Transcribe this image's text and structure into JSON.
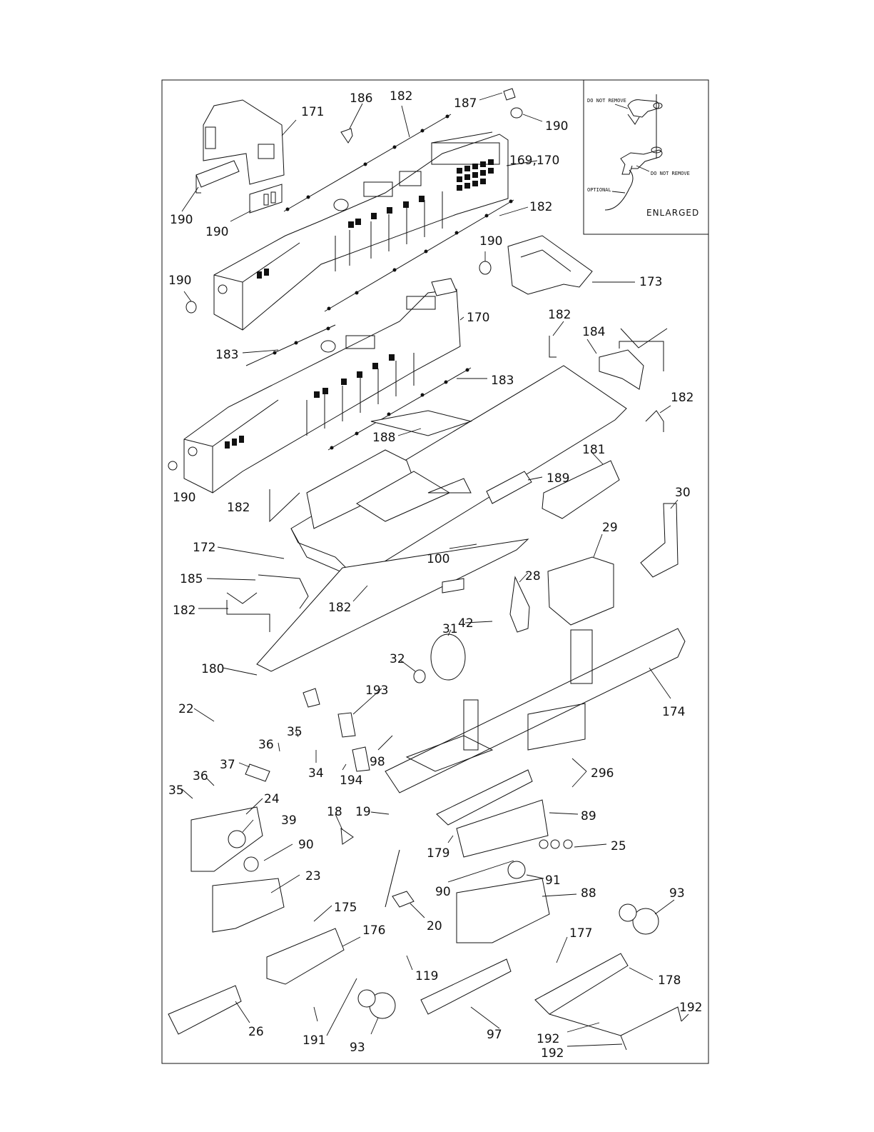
{
  "inset": {
    "labels": [
      "DO NOT REMOVE",
      "DO NOT REMOVE",
      "OPTIONAL"
    ],
    "caption": "ENLARGED"
  },
  "parts": [
    {
      "label": "171"
    },
    {
      "label": "186"
    },
    {
      "label": "182"
    },
    {
      "label": "187"
    },
    {
      "label": "190"
    },
    {
      "label": "169,170"
    },
    {
      "label": "190"
    },
    {
      "label": "190"
    },
    {
      "label": "182"
    },
    {
      "label": "190"
    },
    {
      "label": "173"
    },
    {
      "label": "190"
    },
    {
      "label": "170"
    },
    {
      "label": "182"
    },
    {
      "label": "184"
    },
    {
      "label": "183"
    },
    {
      "label": "183"
    },
    {
      "label": "182"
    },
    {
      "label": "188"
    },
    {
      "label": "181"
    },
    {
      "label": "189"
    },
    {
      "label": "30"
    },
    {
      "label": "190"
    },
    {
      "label": "182"
    },
    {
      "label": "29"
    },
    {
      "label": "100"
    },
    {
      "label": "172"
    },
    {
      "label": "185"
    },
    {
      "label": "28"
    },
    {
      "label": "182"
    },
    {
      "label": "182"
    },
    {
      "label": "31"
    },
    {
      "label": "42"
    },
    {
      "label": "32"
    },
    {
      "label": "180"
    },
    {
      "label": "193"
    },
    {
      "label": "174"
    },
    {
      "label": "22"
    },
    {
      "label": "35"
    },
    {
      "label": "36"
    },
    {
      "label": "98"
    },
    {
      "label": "37"
    },
    {
      "label": "34"
    },
    {
      "label": "194"
    },
    {
      "label": "296"
    },
    {
      "label": "36"
    },
    {
      "label": "35"
    },
    {
      "label": "24"
    },
    {
      "label": "18"
    },
    {
      "label": "19"
    },
    {
      "label": "89"
    },
    {
      "label": "39"
    },
    {
      "label": "90"
    },
    {
      "label": "179"
    },
    {
      "label": "25"
    },
    {
      "label": "23"
    },
    {
      "label": "90"
    },
    {
      "label": "91"
    },
    {
      "label": "88"
    },
    {
      "label": "175"
    },
    {
      "label": "20"
    },
    {
      "label": "93"
    },
    {
      "label": "176"
    },
    {
      "label": "177"
    },
    {
      "label": "119"
    },
    {
      "label": "178"
    },
    {
      "label": "192"
    },
    {
      "label": "26"
    },
    {
      "label": "191"
    },
    {
      "label": "93"
    },
    {
      "label": "97"
    },
    {
      "label": "192"
    },
    {
      "label": "192"
    }
  ]
}
